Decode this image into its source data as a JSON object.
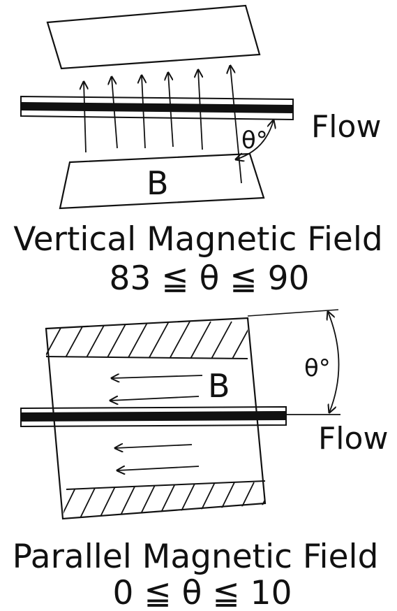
{
  "diagrams": [
    {
      "field_label": "B",
      "flow_label": "Flow",
      "angle_label": "θ°",
      "caption_title": "Vertical Magnetic Field",
      "caption_range": "83 ≦ θ ≦ 90"
    },
    {
      "field_label": "B",
      "flow_label": "Flow",
      "angle_label": "θ°",
      "caption_title": "Parallel Magnetic Field",
      "caption_range": "0 ≦ θ ≦ 10"
    }
  ],
  "colors": {
    "ink": "#111111",
    "background": "#ffffff"
  }
}
